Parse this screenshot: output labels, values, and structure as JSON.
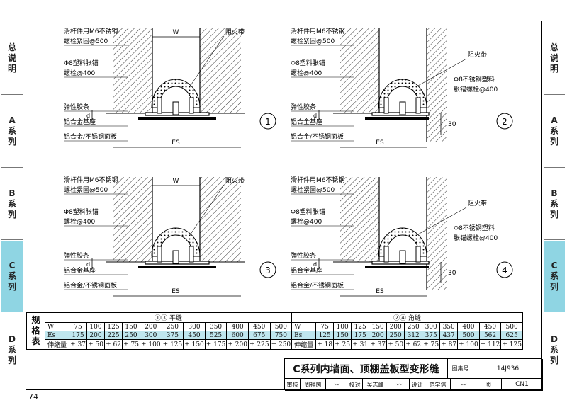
{
  "page_number": "74",
  "side_tabs": [
    {
      "label": "总说明",
      "active": false
    },
    {
      "label": "A系列",
      "active": false
    },
    {
      "label": "B系列",
      "active": false
    },
    {
      "label": "C系列",
      "active": true
    },
    {
      "label": "D系列",
      "active": false
    }
  ],
  "details": [
    {
      "id": "1",
      "label_top1": "滑杆件用M6不锈钢",
      "label_top2": "螺栓紧固@500",
      "label_anchor1": "Φ8塑料胀锚",
      "label_anchor2": "螺栓@400",
      "label_strip": "弹性胶条",
      "label_base": "铝合金基座",
      "label_panel": "铝合金/不锈钢面板",
      "label_fire": "阻火带",
      "dim_w": "W",
      "dim_es": "ES",
      "dim_d": "d"
    },
    {
      "id": "2",
      "label_top1": "滑杆件用M6不锈钢",
      "label_top2": "螺栓紧固@500",
      "label_anchor1": "Φ8塑料胀锚",
      "label_anchor2": "螺栓@400",
      "label_strip": "弹性胶条",
      "label_base": "铝合金基座",
      "label_panel": "铝合金/不锈钢面板",
      "label_fire": "阻火带",
      "label_side1": "Φ8不锈钢塑料",
      "label_side2": "胀锚螺栓@400",
      "dim_30": "30",
      "dim_es": "ES",
      "dim_d": "d"
    },
    {
      "id": "3",
      "label_top1": "滑杆件用M6不锈钢",
      "label_top2": "螺栓紧固@500",
      "label_anchor1": "Φ8塑料胀锚",
      "label_anchor2": "螺栓@400",
      "label_strip": "弹性胶条",
      "label_base": "铝合金基座",
      "label_panel": "铝合金/不锈钢面板",
      "label_fire": "阻火带",
      "dim_w": "W",
      "dim_es": "ES",
      "dim_d": "d"
    },
    {
      "id": "4",
      "label_top1": "滑杆件用M6不锈钢",
      "label_top2": "螺栓紧固@500",
      "label_anchor1": "Φ8塑料胀锚",
      "label_anchor2": "螺栓@400",
      "label_strip": "弹性胶条",
      "label_base": "铝合金基座",
      "label_panel": "铝合金/不锈钢面板",
      "label_fire": "阻火带",
      "label_side1": "Φ8不锈钢塑料",
      "label_side2": "胀锚螺栓@400",
      "dim_30": "30",
      "dim_es": "ES",
      "dim_d": "d"
    }
  ],
  "spec_table": {
    "left_label": "规格表",
    "flat": {
      "heading": "①③ 平缝",
      "rows": [
        {
          "name": "W",
          "values": [
            "75",
            "100",
            "125",
            "150",
            "200",
            "250",
            "300",
            "350",
            "400",
            "450",
            "500"
          ]
        },
        {
          "name": "Es",
          "values": [
            "175",
            "200",
            "225",
            "250",
            "300",
            "375",
            "450",
            "525",
            "600",
            "675",
            "750"
          ]
        },
        {
          "name": "伸缩量",
          "values": [
            "± 37",
            "± 50",
            "± 62",
            "± 75",
            "± 100",
            "± 125",
            "± 150",
            "± 175",
            "± 200",
            "± 225",
            "± 250"
          ]
        }
      ]
    },
    "corner": {
      "heading": "②④ 角缝",
      "rows": [
        {
          "name": "W",
          "values": [
            "75",
            "100",
            "125",
            "150",
            "200",
            "250",
            "300",
            "350",
            "400",
            "450",
            "500"
          ]
        },
        {
          "name": "Es",
          "values": [
            "125",
            "150",
            "175",
            "200",
            "250",
            "312",
            "375",
            "437",
            "500",
            "562",
            "625"
          ]
        },
        {
          "name": "伸缩量",
          "values": [
            "± 18",
            "± 25",
            "± 31",
            "± 37",
            "± 50",
            "± 62",
            "± 75",
            "± 87",
            "± 100",
            "± 112",
            "± 125"
          ]
        }
      ]
    }
  },
  "title_block": {
    "title": "C系列内墙面、顶棚盖板型变形缝",
    "atlas_label": "图集号",
    "atlas_no": "14J936",
    "review_label": "审核",
    "review_name": "周祥茵",
    "check_label": "校对",
    "check_name": "吴志峰",
    "design_label": "设计",
    "design_name": "范学信",
    "page_label": "页",
    "page_value": "CN1"
  }
}
